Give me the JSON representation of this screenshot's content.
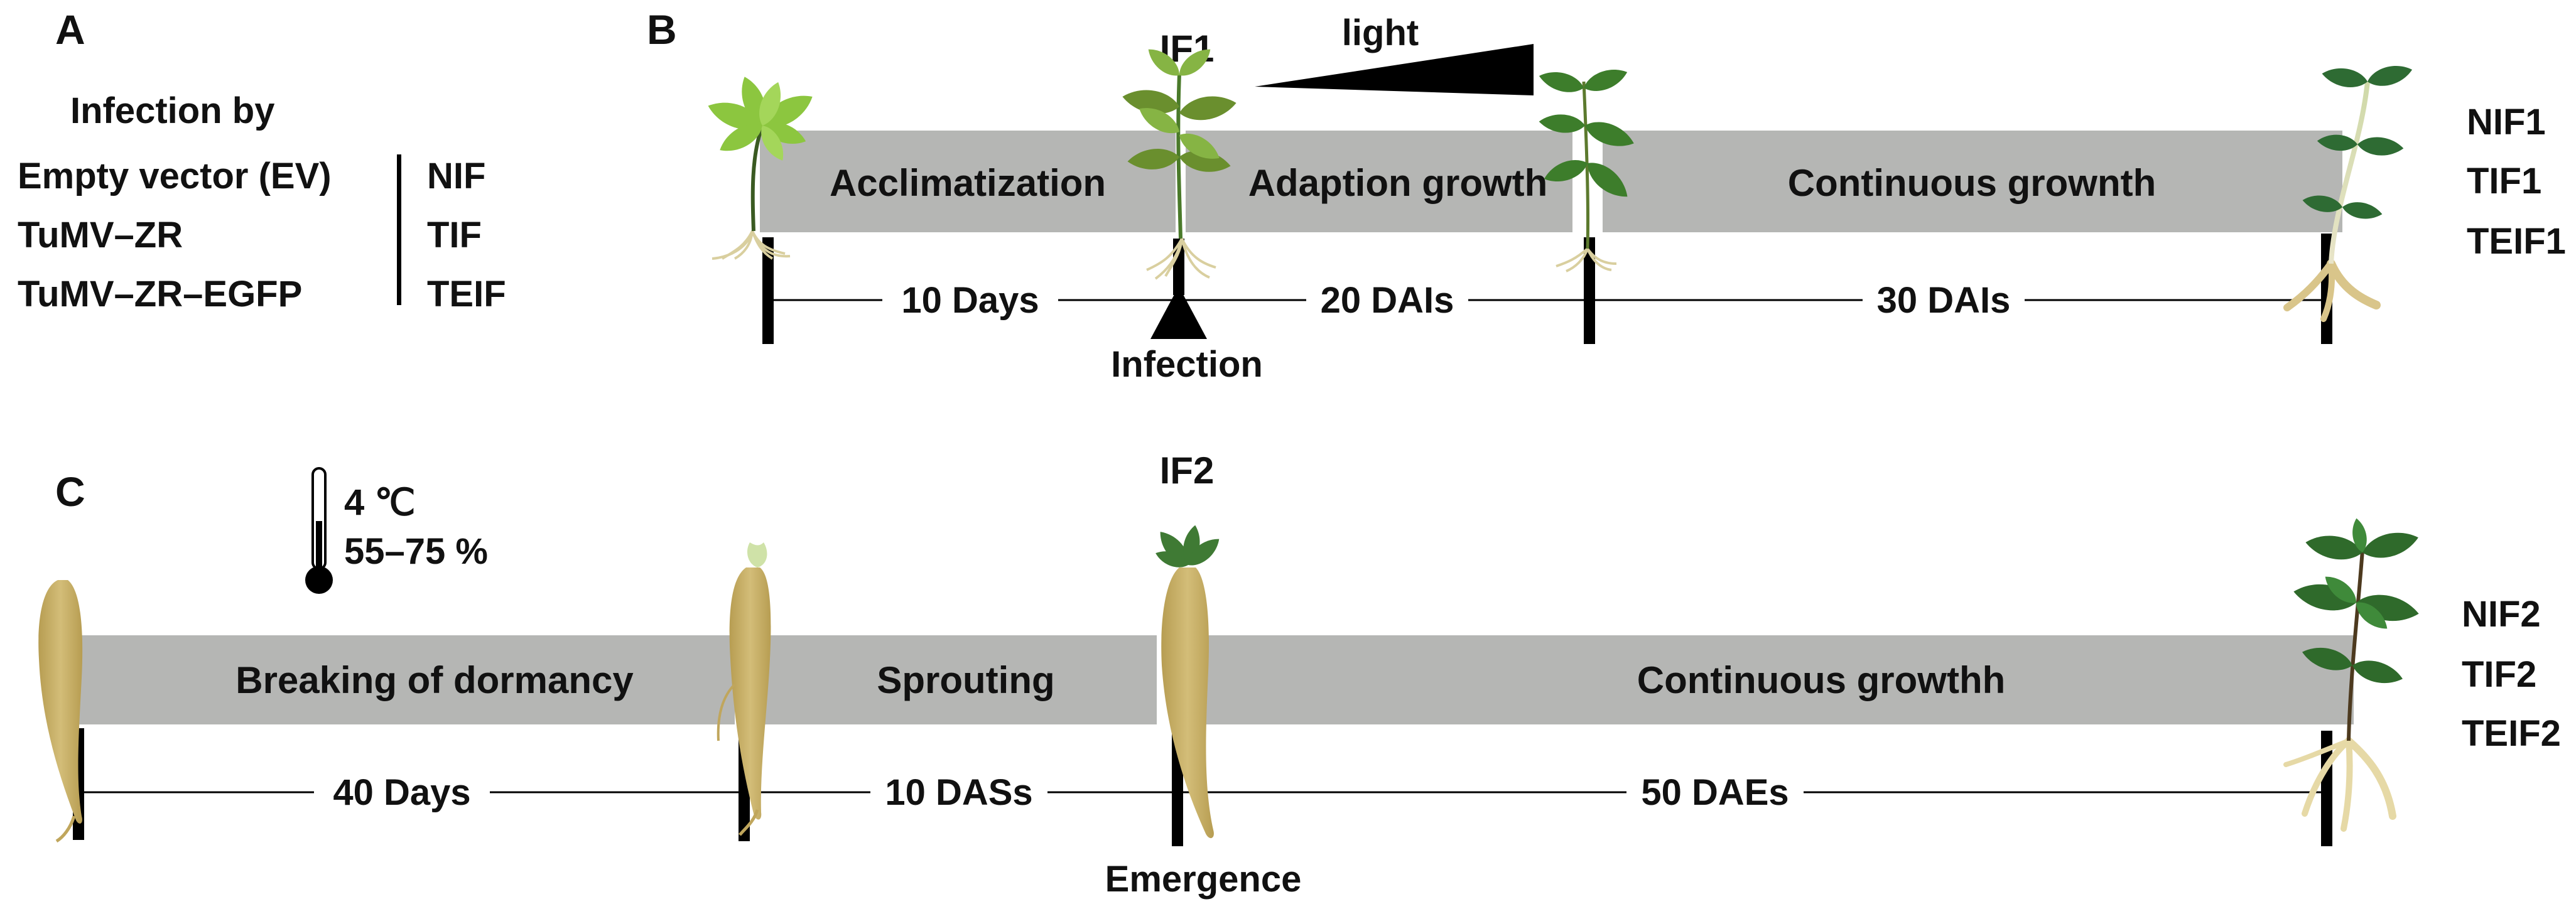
{
  "panels": {
    "a": "A",
    "b": "B",
    "c": "C"
  },
  "legend": {
    "heading": "Infection by",
    "rows": [
      {
        "treatment": "Empty vector (EV)",
        "code": "NIF"
      },
      {
        "treatment": "TuMV–ZR",
        "code": "TIF"
      },
      {
        "treatment": "TuMV–ZR–EGFP",
        "code": "TEIF"
      }
    ]
  },
  "timeline_b": {
    "stage_label": "IF1",
    "light_label": "light",
    "phases": [
      "Acclimatization",
      "Adaption growth",
      "Continuous grownth"
    ],
    "durations": [
      "10 Days",
      "20 DAIs",
      "30 DAIs"
    ],
    "event_label": "Infection",
    "end_labels": [
      "NIF1",
      "TIF1",
      "TEIF1"
    ]
  },
  "timeline_c": {
    "stage_label": "IF2",
    "conditions": {
      "temperature": "4 ℃",
      "humidity": "55–75 %"
    },
    "phases": [
      "Breaking of dormancy",
      "Sprouting",
      "Continuous growthh"
    ],
    "durations": [
      "40 Days",
      "10 DASs",
      "50 DAEs"
    ],
    "event_label": "Emergence",
    "end_labels": [
      "NIF2",
      "TIF2",
      "TEIF2"
    ]
  },
  "colors": {
    "bar": "#b5b6b4",
    "leaf_light": "#8cc63f",
    "leaf_mid": "#6a8f2e",
    "leaf_dark": "#2f5a25",
    "root": "#c9b26a",
    "root_pale": "#ddd0a4",
    "stem_pale": "#dfe6c8"
  },
  "icons": [
    "seedling-icon",
    "thermometer-icon",
    "ginseng-root-icon",
    "mature-plant-icon",
    "triangle-marker-icon",
    "light-gradient-icon"
  ]
}
